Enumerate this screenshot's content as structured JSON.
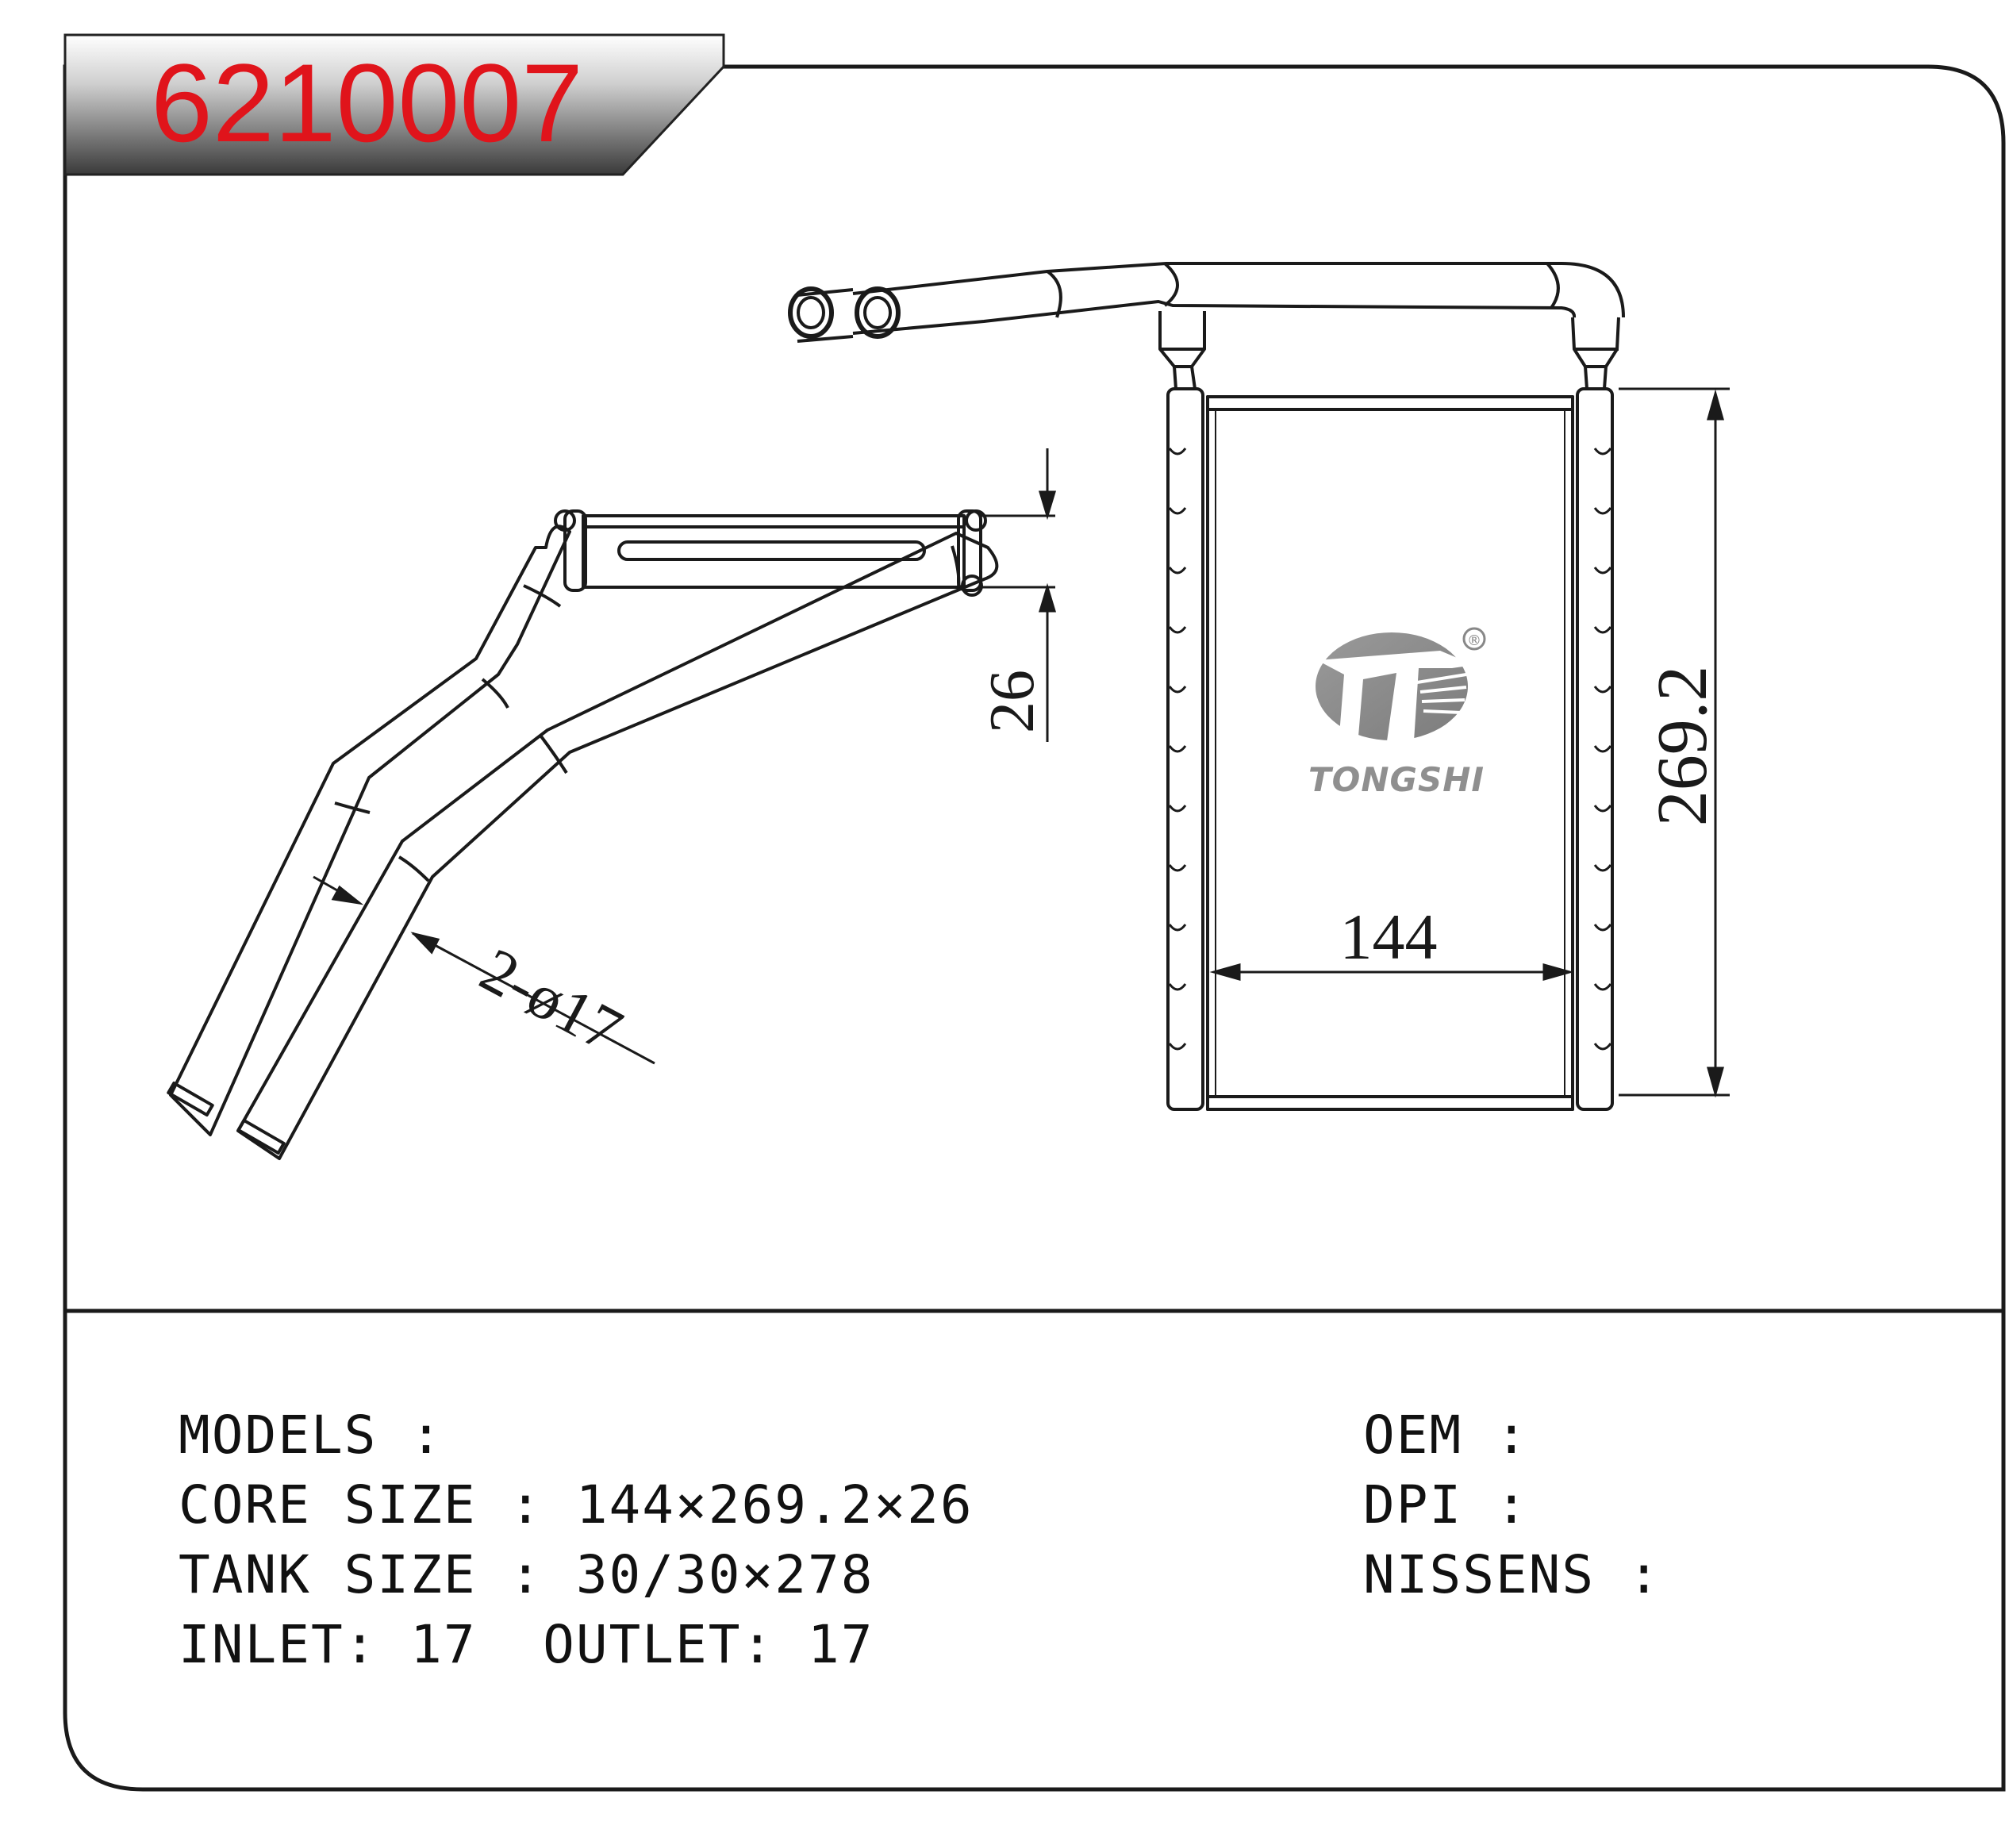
{
  "part_number": "6210007",
  "brand": {
    "logo_text": "TONGSHI",
    "registered_mark": "®"
  },
  "dimensions": {
    "core_height": "269.2",
    "core_width": "144",
    "core_depth": "26",
    "pipe_callout": "2-ø17"
  },
  "specs_left": [
    "MODELS :",
    "CORE SIZE : 144×269.2×26",
    "TANK SIZE : 30/30×278",
    "INLET: 17  OUTLET: 17"
  ],
  "specs_right": [
    "OEM :",
    "DPI :",
    "NISSENS :"
  ],
  "colors": {
    "part_number": "#e0141b",
    "line": "#1a1a1a",
    "logo_gray": "#8f8f8f"
  }
}
